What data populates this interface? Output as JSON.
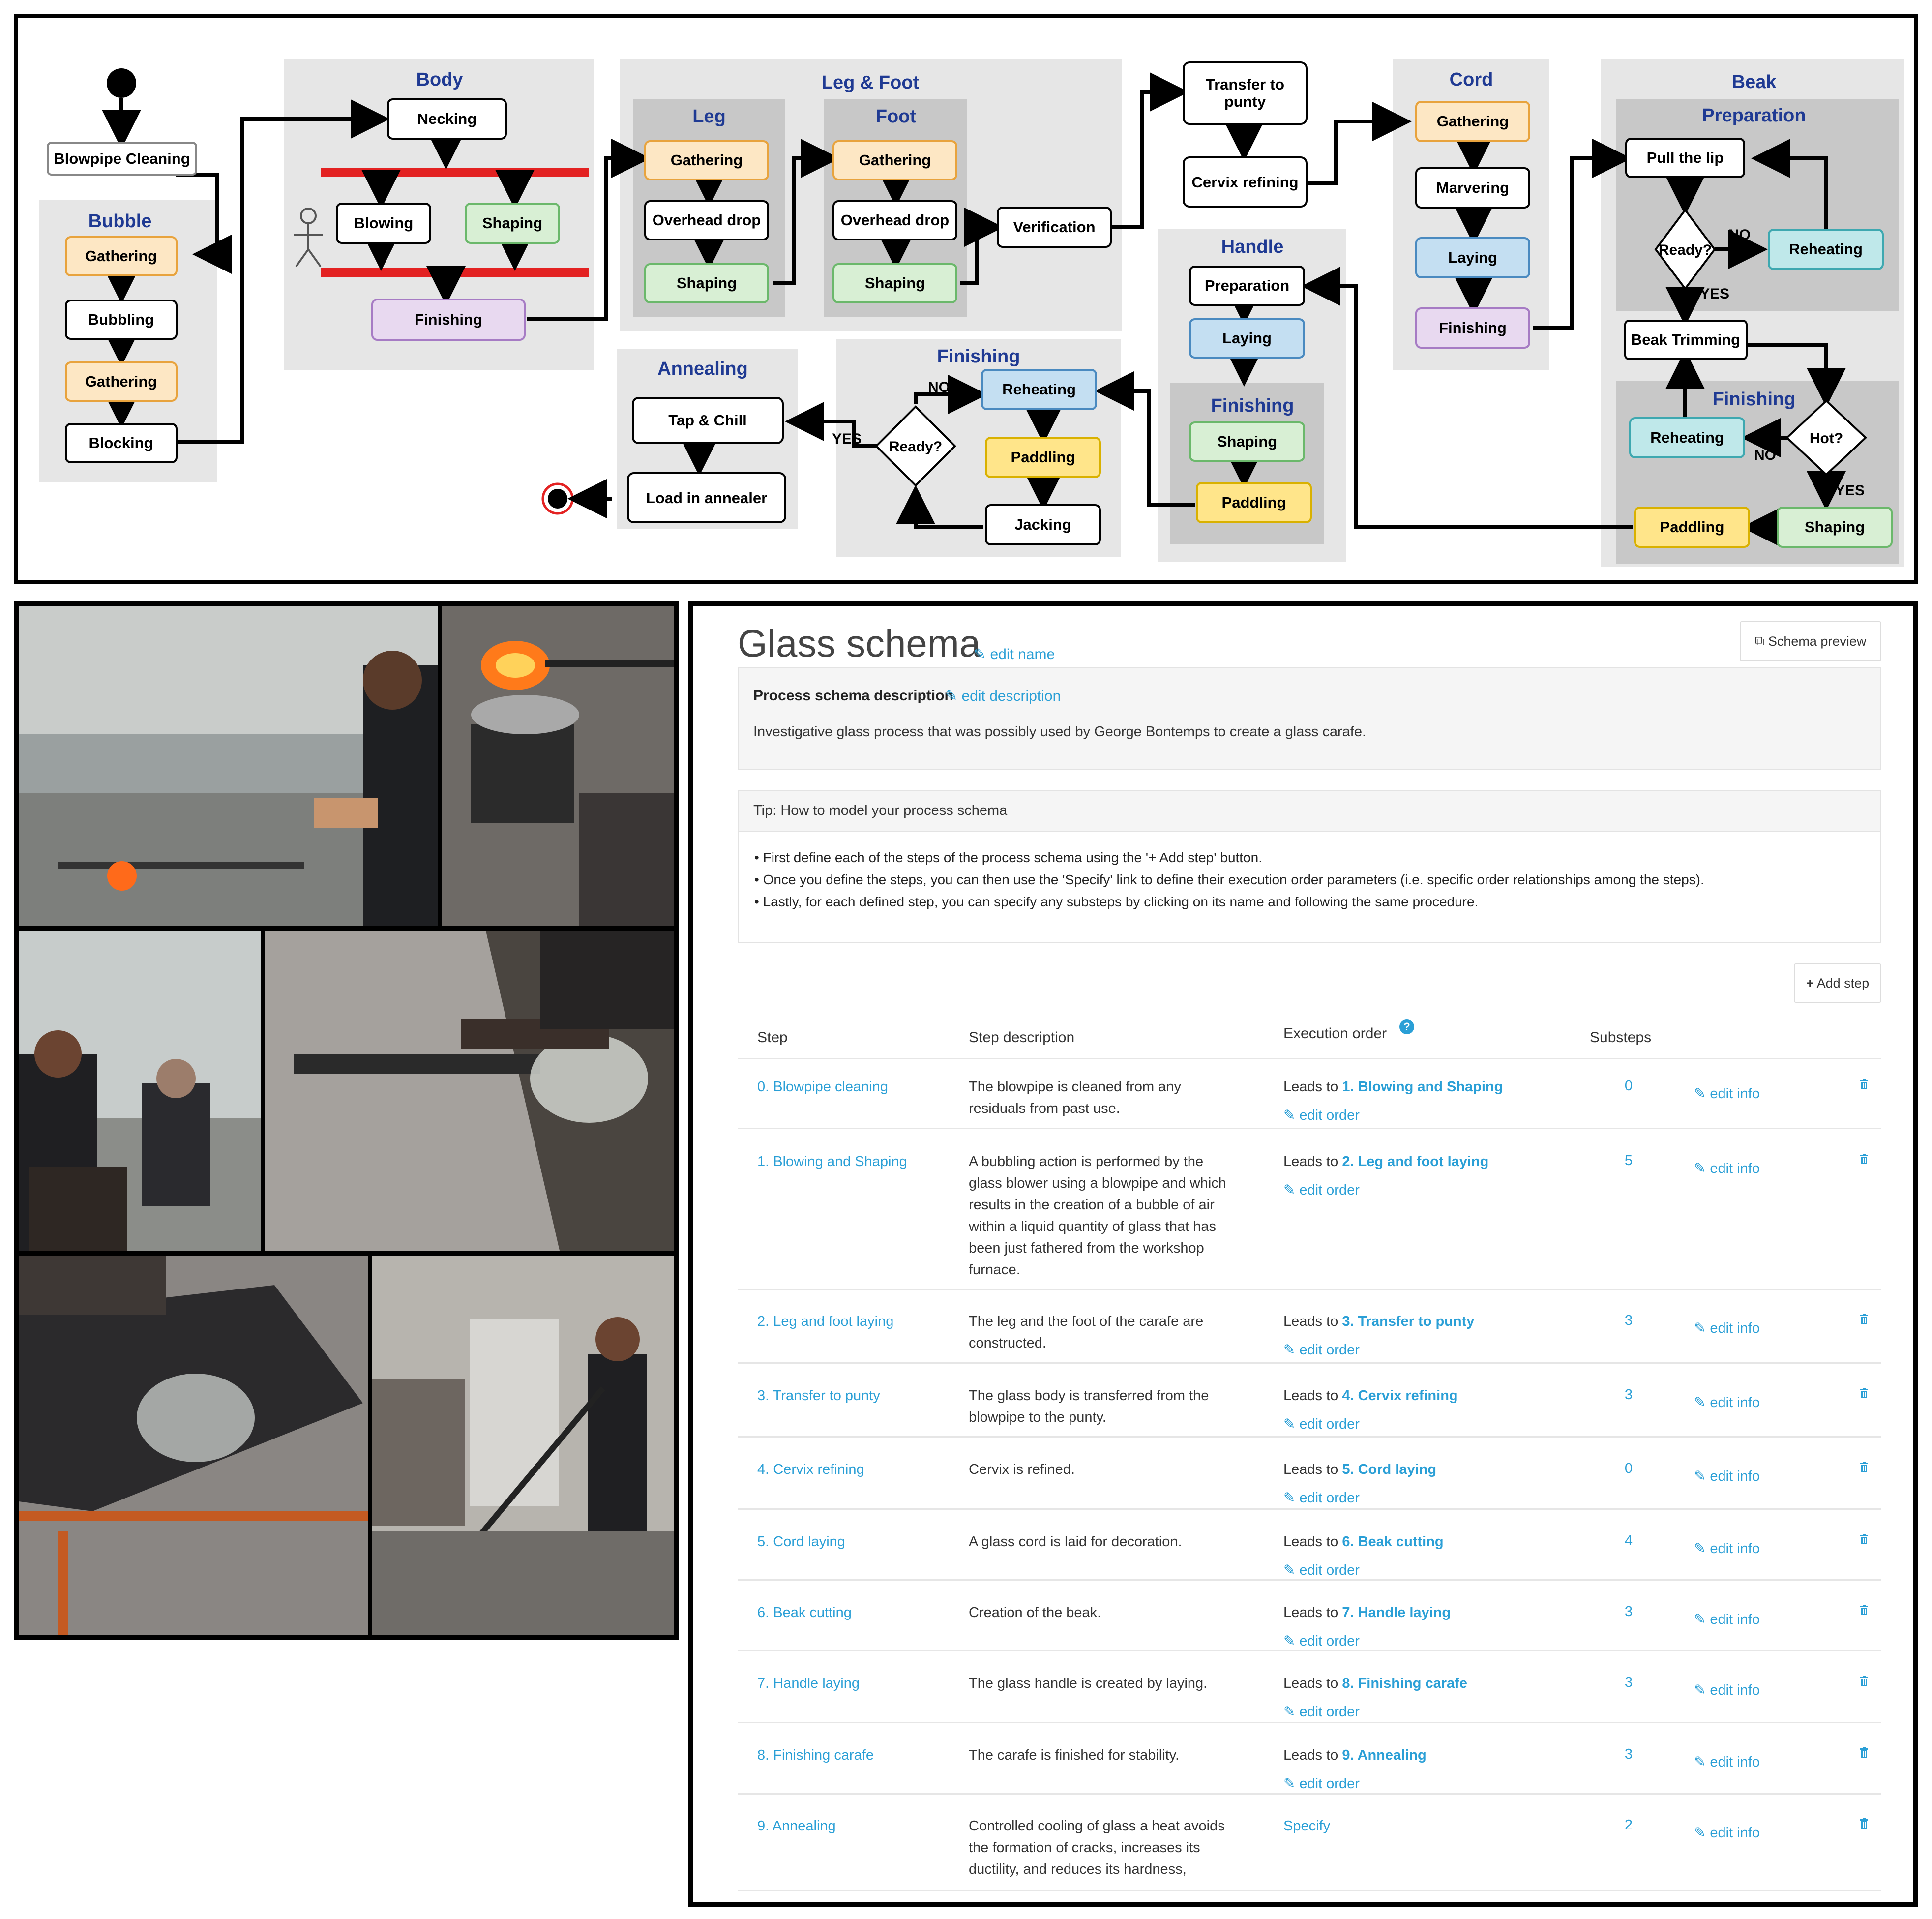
{
  "colors": {
    "node_stroke": "#000000",
    "group_bg": "#e6e6e6",
    "subgroup_bg": "#c8c8c8",
    "title_blue": "#1f3a93",
    "fork_bar": "#e32222",
    "orange_fill": "#fde7c4",
    "orange_stroke": "#e8a33d",
    "green_fill": "#d8efd4",
    "green_stroke": "#6bb86b",
    "purple_fill": "#e8d9f0",
    "purple_stroke": "#a67bc4",
    "blue_fill": "#c4dff2",
    "blue_stroke": "#4a8ac0",
    "teal_fill": "#bfe8ea",
    "teal_stroke": "#3ea8b0",
    "yellow_fill": "#ffe58a",
    "yellow_stroke": "#d9b100",
    "link_color": "#2a9fd6"
  },
  "diagram": {
    "groups": {
      "bubble": "Bubble",
      "body": "Body",
      "leg_foot": "Leg & Foot",
      "leg": "Leg",
      "foot": "Foot",
      "annealing": "Annealing",
      "finishing_carafe": "Finishing",
      "handle": "Handle",
      "handle_finishing": "Finishing",
      "cord": "Cord",
      "beak": "Beak",
      "beak_preparation": "Preparation",
      "beak_finishing": "Finishing"
    },
    "nodes": {
      "blowpipe_cleaning": "Blowpipe Cleaning",
      "bubble_gathering1": "Gathering",
      "bubbling": "Bubbling",
      "bubble_gathering2": "Gathering",
      "blocking": "Blocking",
      "necking": "Necking",
      "blowing": "Blowing",
      "body_shaping": "Shaping",
      "body_finishing": "Finishing",
      "leg_gathering": "Gathering",
      "leg_overhead": "Overhead drop",
      "leg_shaping": "Shaping",
      "foot_gathering": "Gathering",
      "foot_overhead": "Overhead drop",
      "foot_shaping": "Shaping",
      "verification": "Verification",
      "transfer_line1": "Transfer to",
      "transfer_line2": "punty",
      "cervix_refining": "Cervix refining",
      "cord_gathering": "Gathering",
      "cord_marvering": "Marvering",
      "cord_laying": "Laying",
      "cord_finishing": "Finishing",
      "pull_lip": "Pull the lip",
      "beak_ready": "Ready?",
      "beak_reheating": "Reheating",
      "beak_trimming": "Beak Trimming",
      "beak_hot": "Hot?",
      "beak_fin_reheating": "Reheating",
      "beak_paddling": "Paddling",
      "beak_shaping": "Shaping",
      "handle_preparation": "Preparation",
      "handle_laying": "Laying",
      "handle_shaping": "Shaping",
      "handle_paddling": "Paddling",
      "fin_reheating": "Reheating",
      "fin_paddling": "Paddling",
      "fin_jacking": "Jacking",
      "fin_ready": "Ready?",
      "tap_chill": "Tap & Chill",
      "load_annealer": "Load in annealer"
    },
    "edge_labels": {
      "beak_no": "NO",
      "beak_yes": "YES",
      "hot_no": "NO",
      "hot_yes": "YES",
      "fin_no": "NO",
      "fin_yes": "YES"
    }
  },
  "photos": [
    {
      "icon": "glassblower-at-bench-photo"
    },
    {
      "icon": "molten-glass-on-pipe-photo"
    },
    {
      "icon": "two-glassblowers-photo"
    },
    {
      "icon": "jack-tool-shaping-photo"
    },
    {
      "icon": "bench-tools-photo"
    },
    {
      "icon": "glassblower-at-furnace-photo"
    }
  ],
  "app": {
    "title": "Glass schema",
    "edit_name": "edit name",
    "schema_preview": "Schema preview",
    "description_heading": "Process schema description",
    "edit_description": "edit description",
    "description": "Investigative glass process that was possibly used by George Bontemps to create a glass carafe.",
    "tip": {
      "title": "Tip: How to model your process schema",
      "lines": [
        "First define each of the steps of the process schema using the '+ Add step' button.",
        "Once you define the steps, you can then use the 'Specify' link to define their execution order parameters (i.e. specific order relationships among the steps).",
        "Lastly, for each defined step, you can specify any substeps by clicking on its name and following the same procedure."
      ]
    },
    "add_step": "Add step",
    "columns": {
      "step": "Step",
      "description": "Step description",
      "execution_order": "Execution order",
      "substeps": "Substeps"
    },
    "leads_to_prefix": "Leads to",
    "edit_order": "edit order",
    "edit_info": "edit info",
    "specify": "Specify",
    "steps": [
      {
        "name": "0. Blowpipe cleaning",
        "desc_lines": [
          "The blowpipe is cleaned from any",
          "residuals from past use."
        ],
        "leads_to": "1. Blowing and Shaping",
        "substeps": "0"
      },
      {
        "name": "1. Blowing and Shaping",
        "desc_lines": [
          "A bubbling action is performed by the",
          "glass blower using a blowpipe and which",
          "results in the creation of a bubble of air",
          "within a liquid quantity of glass that has",
          "been just fathered from the workshop",
          "furnace."
        ],
        "leads_to": "2. Leg and foot laying",
        "substeps": "5"
      },
      {
        "name": "2. Leg and foot laying",
        "desc_lines": [
          "The leg and the foot of the carafe are",
          "constructed."
        ],
        "leads_to": "3. Transfer to punty",
        "substeps": "3"
      },
      {
        "name": "3. Transfer to punty",
        "desc_lines": [
          "The glass body is transferred from the",
          "blowpipe to the punty."
        ],
        "leads_to": "4. Cervix refining",
        "substeps": "3"
      },
      {
        "name": "4. Cervix refining",
        "desc_lines": [
          "Cervix is refined."
        ],
        "leads_to": "5. Cord laying",
        "substeps": "0"
      },
      {
        "name": "5. Cord laying",
        "desc_lines": [
          "A glass cord is laid for decoration."
        ],
        "leads_to": "6. Beak cutting",
        "substeps": "4"
      },
      {
        "name": "6. Beak cutting",
        "desc_lines": [
          "Creation of the beak."
        ],
        "leads_to": "7. Handle laying",
        "substeps": "3"
      },
      {
        "name": "7. Handle laying",
        "desc_lines": [
          "The glass handle is created by laying."
        ],
        "leads_to": "8. Finishing carafe",
        "substeps": "3"
      },
      {
        "name": "8. Finishing carafe",
        "desc_lines": [
          "The carafe is finished for stability."
        ],
        "leads_to": "9. Annealing",
        "substeps": "3"
      },
      {
        "name": "9. Annealing",
        "desc_lines": [
          "Controlled cooling of glass a heat avoids",
          "the formation of cracks, increases its",
          "ductility, and reduces its hardness,"
        ],
        "leads_to": null,
        "substeps": "2"
      }
    ]
  }
}
